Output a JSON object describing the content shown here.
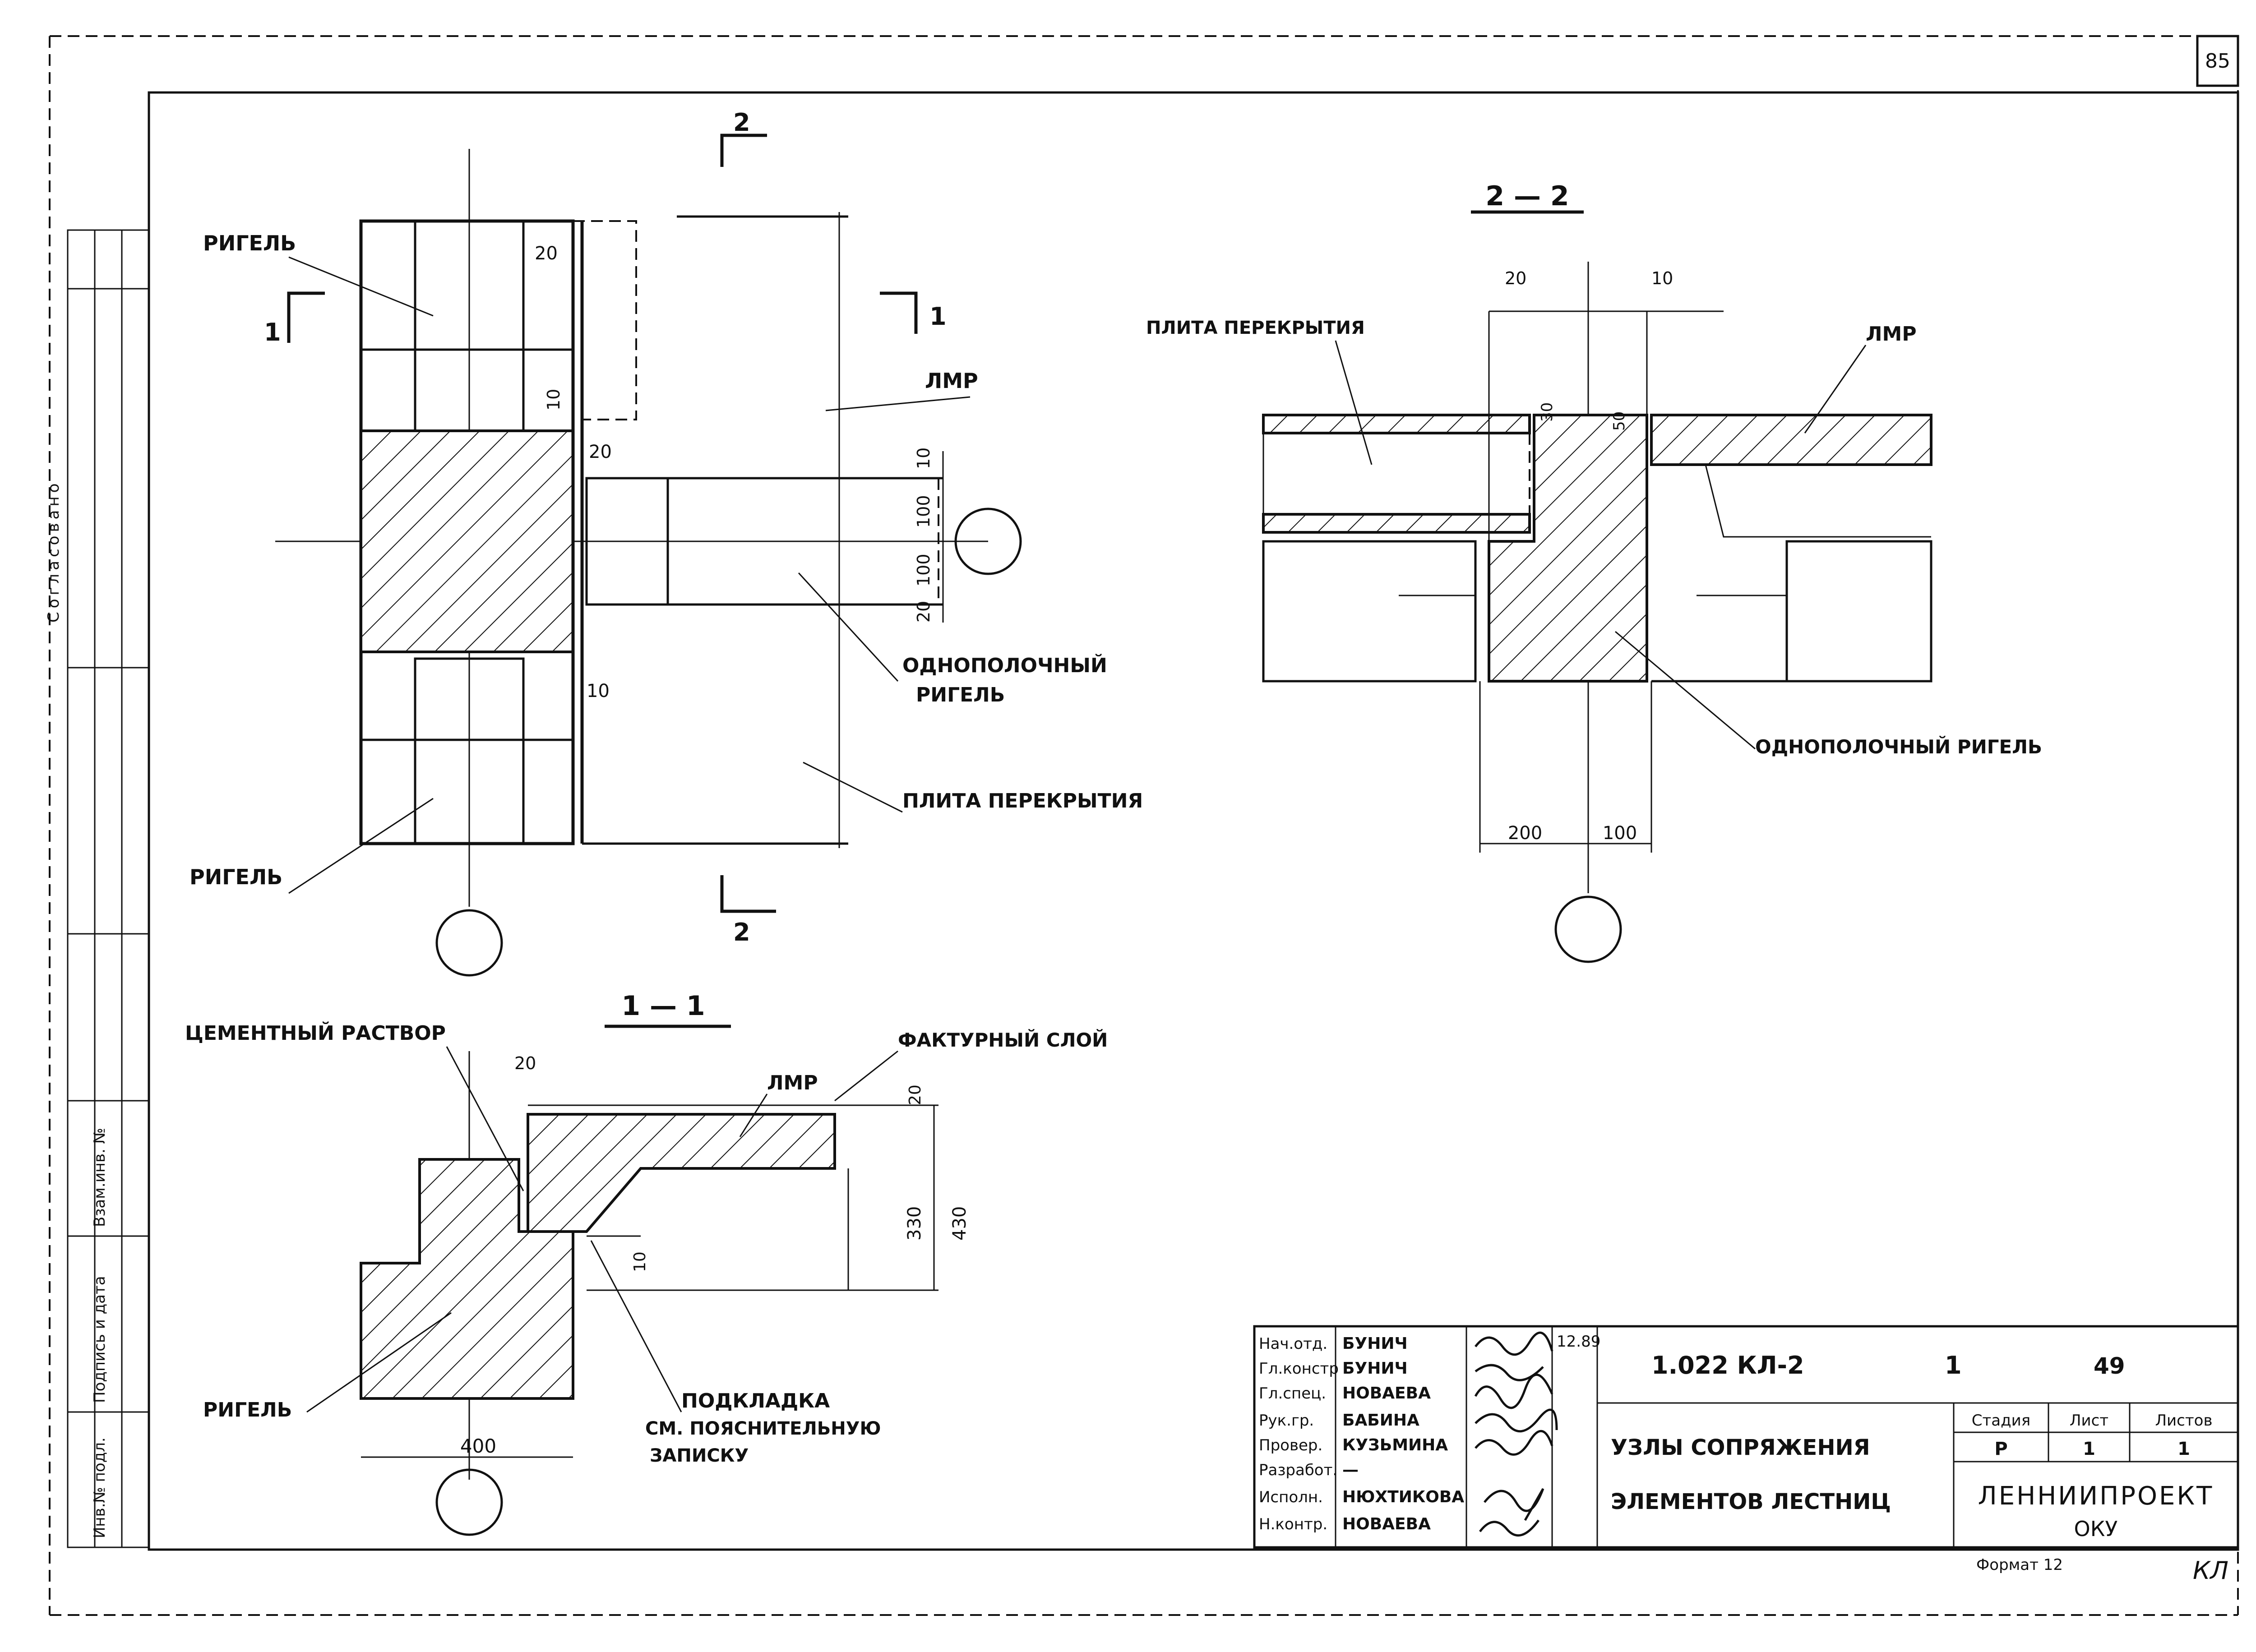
{
  "sheet": {
    "page_number": "85",
    "side_stamp": {
      "approved": "Согласовано",
      "inv_no": "Взам.инв. №",
      "sign_date": "Подпись и дата",
      "orig_inv": "Инв.№ подл."
    }
  },
  "plan_view": {
    "section_mark_2": "2",
    "section_mark_1": "1",
    "label_rigel_top": "РИГЕЛЬ",
    "label_rigel_bottom": "РИГЕЛЬ",
    "label_lmr": "ЛМР",
    "label_single_shelf_rigel_line1": "ОДНОПОЛОЧНЫЙ",
    "label_single_shelf_rigel_line2": "РИГЕЛЬ",
    "label_floor_slab": "ПЛИТА ПЕРЕКРЫТИЯ",
    "dim_20_top": "20",
    "dim_10_a": "10",
    "dim_20_b": "20",
    "dim_10_right_top": "10",
    "dim_100_a": "100",
    "dim_100_b": "100",
    "dim_20_right_bottom": "20",
    "dim_10_bottom": "10"
  },
  "section_2_2": {
    "title": "2 — 2",
    "label_floor_slab": "ПЛИТА ПЕРЕКРЫТИЯ",
    "label_lmr": "ЛМР",
    "label_single_shelf_rigel": "ОДНОПОЛОЧНЫЙ РИГЕЛЬ",
    "dim_20": "20",
    "dim_10": "10",
    "dim_30": "30",
    "dim_50": "50",
    "dim_200": "200",
    "dim_100": "100"
  },
  "section_1_1": {
    "title": "1 — 1",
    "label_cement_mortar": "ЦЕМЕНТНЫЙ РАСТВОР",
    "label_lmr": "ЛМР",
    "label_texture_layer": "ФАКТУРНЫЙ СЛОЙ",
    "label_rigel": "РИГЕЛЬ",
    "label_shim_line1": "ПОДКЛАДКА",
    "label_shim_line2": "СМ. ПОЯСНИТЕЛЬНУЮ",
    "label_shim_line3": "ЗАПИСКУ",
    "dim_20_top": "20",
    "dim_20_right": "20",
    "dim_330": "330",
    "dim_430": "430",
    "dim_10": "10",
    "dim_400": "400"
  },
  "title_block": {
    "roles": [
      "Нач.отд.",
      "Гл.констр",
      "Гл.спец.",
      "Рук.гр.",
      "Провер.",
      "Разработ.",
      "Исполн.",
      "Н.контр."
    ],
    "names": [
      "БУНИЧ",
      "БУНИЧ",
      "НОВАЕВА",
      "БАБИНА",
      "КУЗЬМИНА",
      "—",
      "НЮХТИКОВА",
      "НОВАЕВА"
    ],
    "date": "12.89",
    "document_code": "1.022 КЛ-2",
    "issue": "1",
    "sheet_ref": "49",
    "title_line1": "УЗЛЫ СОПРЯЖЕНИЯ",
    "title_line2": "ЭЛЕМЕНТОВ ЛЕСТНИЦ",
    "stage_header": "Стадия",
    "sheet_header": "Лист",
    "sheets_header": "Листов",
    "stage_value": "Р",
    "sheet_value": "1",
    "sheets_value": "1",
    "organization_line1": "ЛЕННИИПРОЕКТ",
    "organization_line2": "ОКУ",
    "format": "Формат 12",
    "corner_note": "КЛ"
  }
}
